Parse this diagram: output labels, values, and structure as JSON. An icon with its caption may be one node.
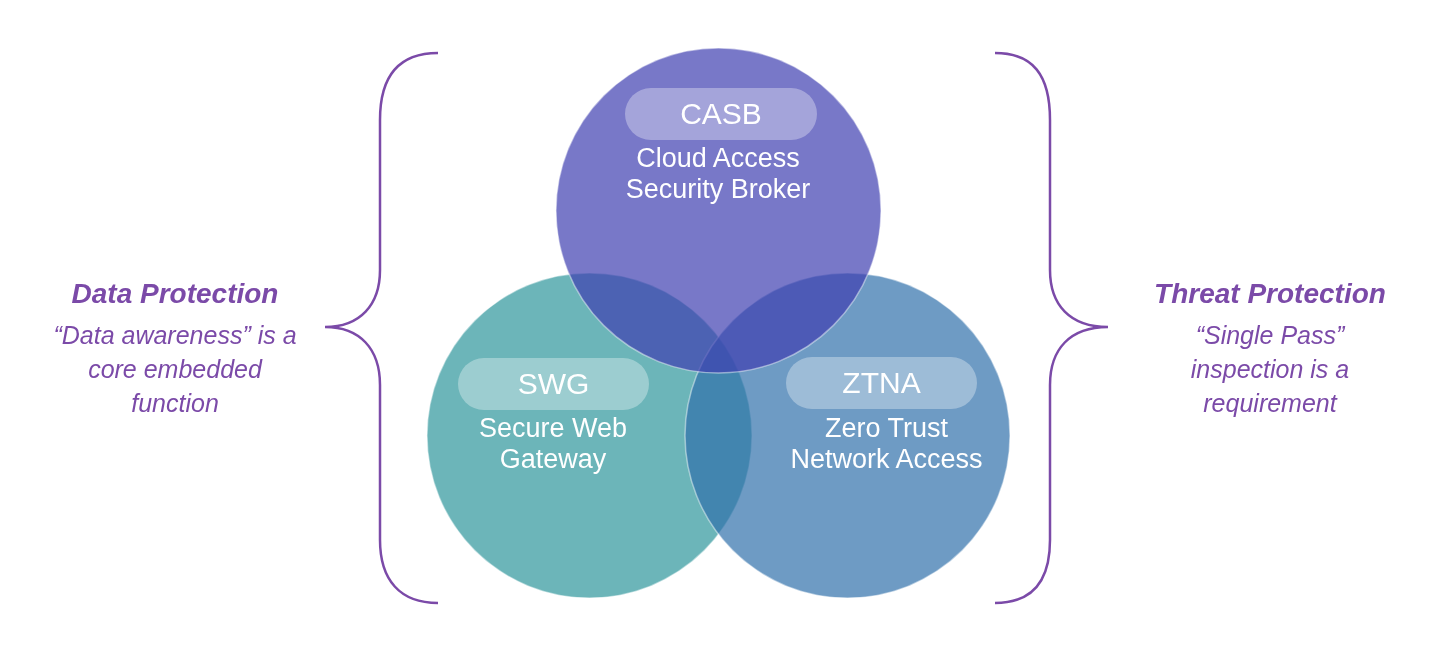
{
  "diagram": {
    "nodes": [
      {
        "text": [
          "Cloud Access Security Broker"
        ]
      },
      {
        "text": [
          "CASB"
        ],
        "in": 0
      },
      {
        "text": [
          "Secure Web Gateway"
        ]
      },
      {
        "text": [
          "SWG"
        ],
        "in": 2
      },
      {
        "text": [
          "Zero Trust Network Access"
        ]
      },
      {
        "text": [
          "ZTNA"
        ],
        "in": 4
      }
    ],
    "labels": [
      "Data Protection",
      "“Data awareness” is a core embedded function",
      "Threat Protection",
      "“Single Pass” inspection is a requirement"
    ]
  }
}
